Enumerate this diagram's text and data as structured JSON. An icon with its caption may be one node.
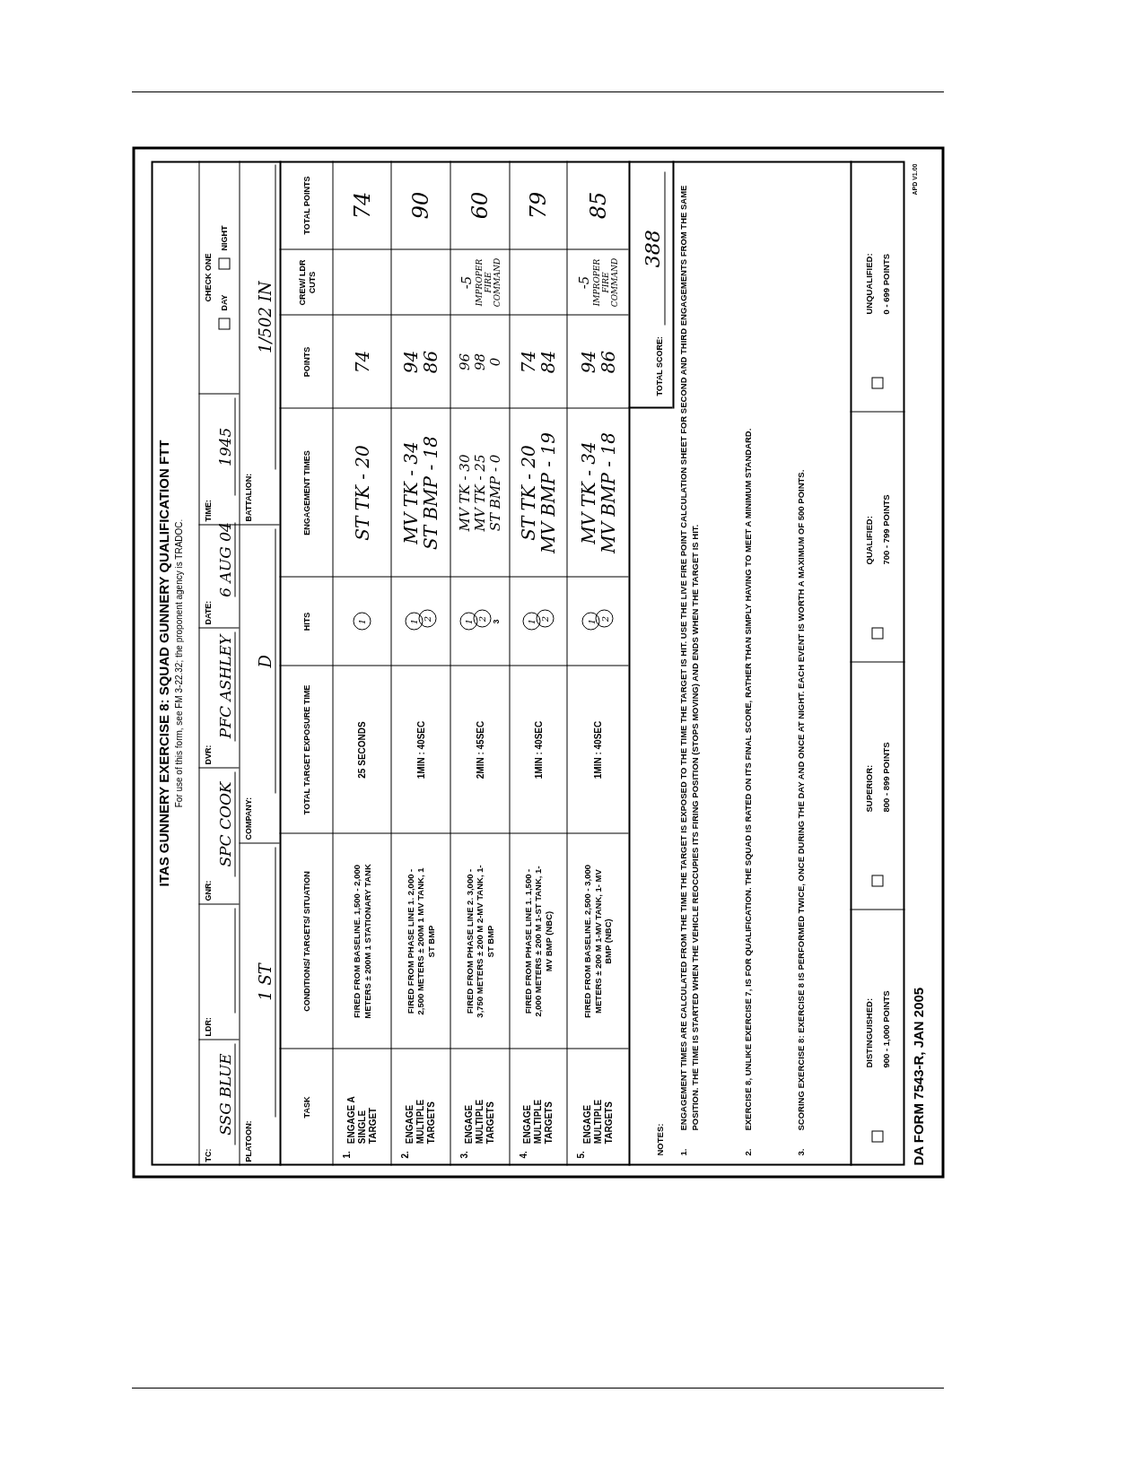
{
  "diagram": {
    "labels": [
      "ITAS GUNNERY EXERCISE 8:  SQUAD GUNNERY QUALIFICATION FTT",
      "For use of this form, see FM 3-22.32; the proponent agency is TRADOC.",
      "TC:",
      "SSG BLUE",
      "LDR:",
      "GNR:",
      "SPC COOK",
      "DVR:",
      "PFC ASHLEY",
      "DATE:",
      "6 AUG 04",
      "TIME:",
      "1945",
      "CHECK ONE",
      "DAY",
      "NIGHT",
      "PLATOON:",
      "1 ST",
      "COMPANY:",
      "D",
      "BATTALION:",
      "1/502 IN",
      "TASK",
      "CONDITIONS/ TARGETS/ SITUATION",
      "TOTAL TARGET EXPOSURE TIME",
      "HITS",
      "ENGAGEMENT TIMES",
      "POINTS",
      "CREW/ LDR CUTS",
      "TOTAL POINTS",
      "1.",
      "ENGAGE A SINGLE TARGET",
      "FIRED FROM BASELINE. 1,500 - 2,000 METERS ± 200M 1 STATIONARY TANK",
      "25 SECONDS",
      "1",
      "ST TK - 20",
      "74",
      "74",
      "2.",
      "ENGAGE MULTIPLE TARGETS",
      "FIRED FROM PHASE LINE 1. 2,000 - 2,500 METERS ± 200M 1 MV TANK, 1 ST BMP",
      "1MIN : 40SEC",
      "1",
      "2",
      "MV TK - 34",
      "ST BMP - 18",
      "94",
      "86",
      "90",
      "3.",
      "ENGAGE MULTIPLE TARGETS",
      "FIRED FROM PHASE LINE 2. 3,000 - 3,750 METERS ± 200 M 2-MV TANK, 1-ST BMP",
      "2MIN : 45SEC",
      "1",
      "2",
      "3",
      "MV TK - 30",
      "MV TK - 25",
      "ST BMP - 0",
      "96",
      "98",
      "0",
      "-5",
      "IMPROPER FIRE COMMAND",
      "60",
      "4.",
      "ENGAGE MULTIPLE TARGETS",
      "FIRED FROM PHASE LINE 1. 1,500 - 2,000 METERS ± 200 M 1-ST TANK, 1-MV BMP (NBC)",
      "1MIN : 40SEC",
      "1",
      "2",
      "ST TK - 20",
      "MV BMP - 19",
      "74",
      "84",
      "79",
      "5.",
      "ENGAGE MULTIPLE TARGETS",
      "FIRED FROM BASELINE. 2,500 - 3,000 METERS ± 200 M 1-MV TANK, 1- MV BMP (NBC)",
      "1MIN : 40SEC",
      "1",
      "2",
      "MV TK - 34",
      "MV BMP - 18",
      "94",
      "86",
      "-5",
      "IMPROPER FIRE COMMAND",
      "85",
      "NOTES:",
      "TOTAL SCORE:",
      "388",
      "1.",
      "ENGAGEMENT TIMES ARE CALCULATED FROM THE TIME THE TARGET IS EXPOSED TO THE TIME THE TARGET IS HIT.  USE THE LIVE FIRE POINT CALCULATION SHEET FOR SECOND AND THIRD ENGAGEMENTS FROM THE SAME POSITION. THE TIME IS STARTED WHEN THE VEHICLE REOCCUPIES ITS FIRING POSITION (STOPS MOVING) AND ENDS WHEN THE TARGET IS HIT.",
      "2.",
      "EXERCISE 8, UNLIKE EXERCISE 7, IS FOR QUALIFICATION.  THE SQUAD IS RATED ON ITS FINAL SCORE, RATHER THAN SIMPLY HAVING TO MEET A MINIMUM STANDARD.",
      "3.",
      "SCORING EXERCISE 8:  EXERCISE 8 IS PERFORMED TWICE, ONCE DURING THE DAY AND ONCE AT NIGHT.  EACH EVENT IS WORTH A MAXIMUM OF 500 POINTS.",
      "DISTINGUISHED:",
      "900 - 1,000 POINTS",
      "SUPERIOR:",
      "800 - 899 POINTS",
      "QUALIFIED:",
      "700 - 799 POINTS",
      "UNQUALIFIED:",
      "0 - 699 POINTS",
      "DA FORM 7543-R, JAN 2005",
      "APD V1.00"
    ]
  }
}
